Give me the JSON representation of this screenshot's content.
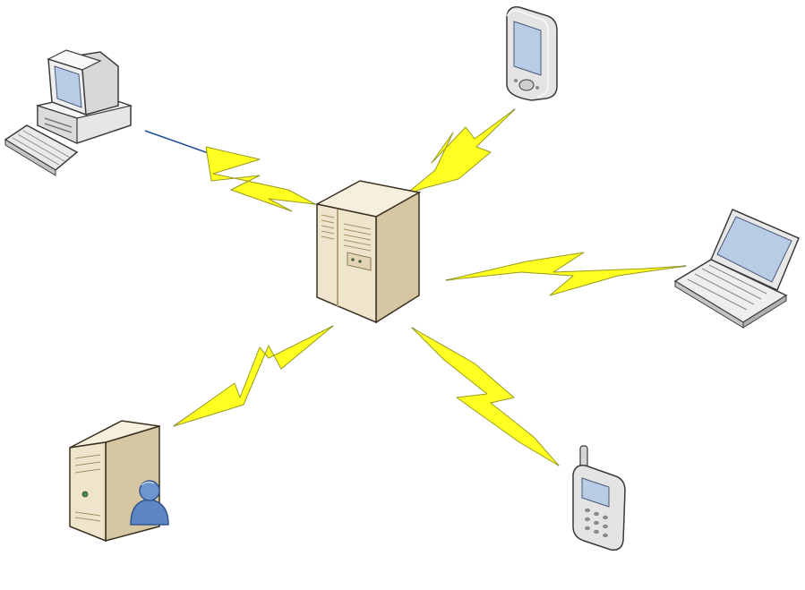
{
  "diagram": {
    "colors": {
      "background": "#ffffff",
      "lightning_fill": "#ffff22",
      "lightning_stroke": "#9a9a20",
      "link_line": "#1f4f9a",
      "beige_light": "#f4ecd8",
      "beige_mid": "#e2d4b4",
      "beige_dark": "#b8a47c",
      "outline": "#3a3020",
      "device_grey_light": "#f2f2f2",
      "device_grey_mid": "#c8c8c8",
      "device_grey_dark": "#8a8a8a",
      "screen_blue": "#b9cce6",
      "screen_blue_dark": "#6f8fbf",
      "user_blue": "#5d86c2",
      "user_blue_dark": "#2f5590"
    },
    "nodes": [
      {
        "id": "central-server",
        "icon": "tower-server-icon"
      },
      {
        "id": "desktop-pc",
        "icon": "desktop-computer-icon"
      },
      {
        "id": "pda",
        "icon": "pda-icon"
      },
      {
        "id": "laptop",
        "icon": "laptop-icon"
      },
      {
        "id": "mobile-phone",
        "icon": "mobile-phone-icon"
      },
      {
        "id": "user-server",
        "icon": "user-server-icon"
      }
    ],
    "links": [
      {
        "from": "central-server",
        "to": "desktop-pc",
        "type": "wireless"
      },
      {
        "from": "central-server",
        "to": "pda",
        "type": "wireless"
      },
      {
        "from": "central-server",
        "to": "laptop",
        "type": "wireless"
      },
      {
        "from": "central-server",
        "to": "mobile-phone",
        "type": "wireless"
      },
      {
        "from": "central-server",
        "to": "user-server",
        "type": "wireless"
      }
    ]
  }
}
